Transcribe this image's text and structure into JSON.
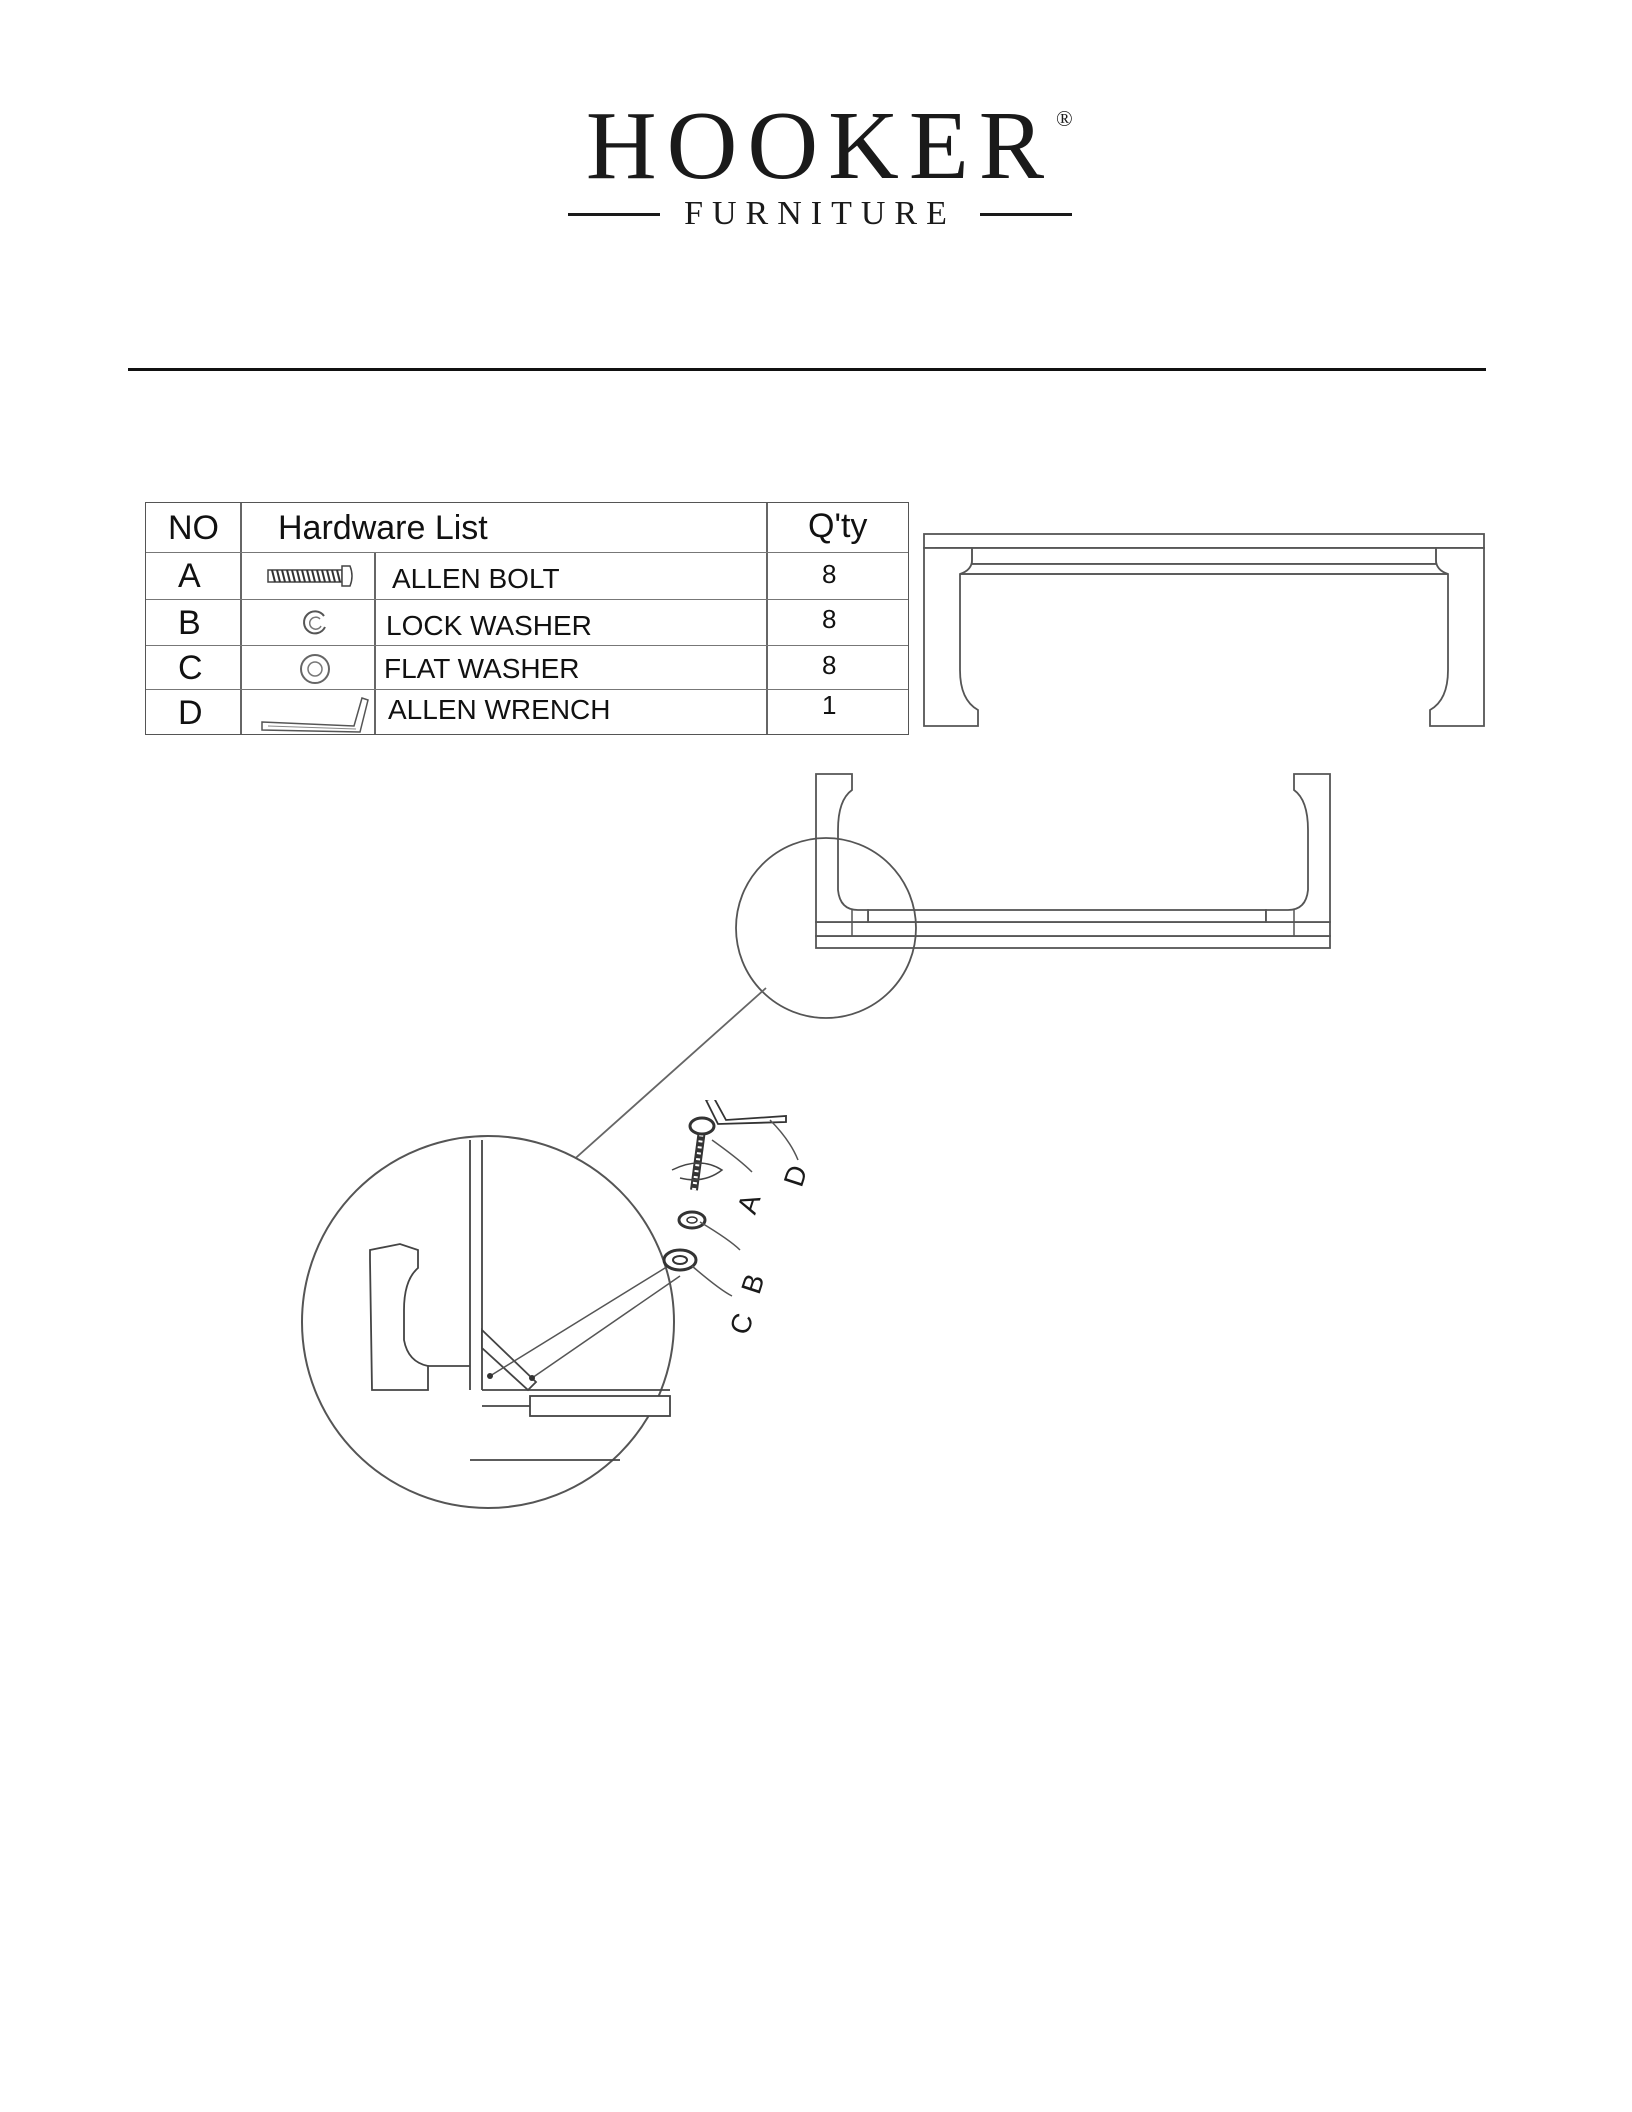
{
  "brand": {
    "name": "HOOKER",
    "registered_mark": "®",
    "sub": "FURNITURE"
  },
  "hardware": {
    "headers": {
      "no": "NO",
      "list": "Hardware List",
      "qty": "Q'ty"
    },
    "items": [
      {
        "no": "A",
        "name": "ALLEN BOLT",
        "qty": "8",
        "icon": "allen-bolt-icon"
      },
      {
        "no": "B",
        "name": "LOCK WASHER",
        "qty": "8",
        "icon": "lock-washer-icon"
      },
      {
        "no": "C",
        "name": "FLAT WASHER",
        "qty": "8",
        "icon": "flat-washer-icon"
      },
      {
        "no": "D",
        "name": "ALLEN WRENCH",
        "qty": "1",
        "icon": "allen-wrench-icon"
      }
    ]
  },
  "diagram": {
    "callouts": [
      "A",
      "B",
      "C",
      "D"
    ]
  }
}
